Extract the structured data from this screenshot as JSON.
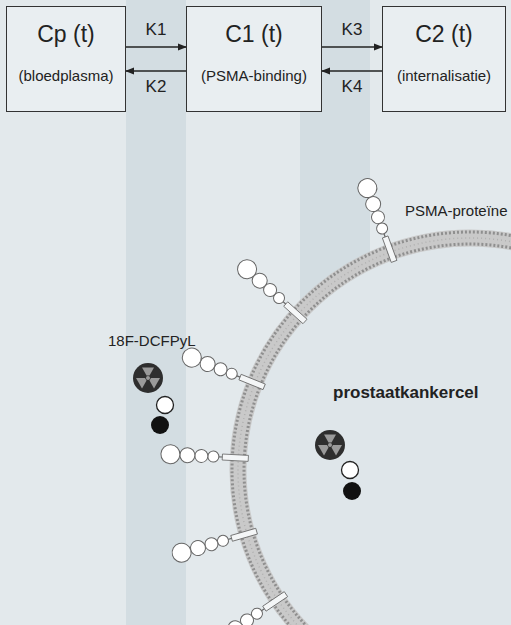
{
  "diagram": {
    "nodes": [
      {
        "text": [
          "Cp (t)",
          "(bloedplasma)"
        ]
      },
      {
        "text": [
          "C1 (t)",
          "(PSMA-binding)"
        ]
      },
      {
        "text": [
          "C2 (t)",
          "(internalisatie)"
        ]
      }
    ],
    "edges": [
      {
        "from": 0,
        "to": 1,
        "label": "K1",
        "arrow": "to"
      },
      {
        "from": 1,
        "to": 0,
        "label": "K2",
        "arrow": "to"
      },
      {
        "from": 1,
        "to": 2,
        "label": "K3",
        "arrow": "to"
      },
      {
        "from": 2,
        "to": 1,
        "label": "K4",
        "arrow": "to"
      }
    ],
    "labels": [
      "PSMA-proteïne",
      "18F-DCFPyL",
      "prostaatkankercel"
    ]
  }
}
